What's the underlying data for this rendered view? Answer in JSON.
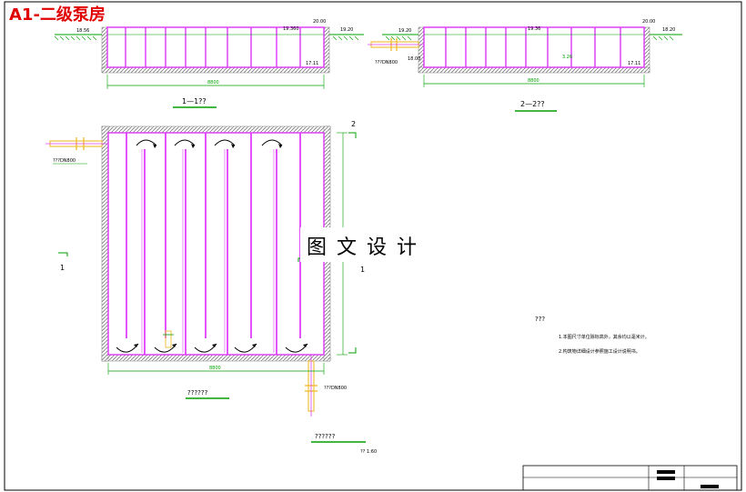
{
  "title": "A1-二级泵房",
  "watermark": "图 文 设 计",
  "section_1": {
    "label": "1—1??",
    "elev_ground_left": "18.56",
    "elev_water": "19.360",
    "elev_top": "20.00",
    "elev_ground_right": "19.20",
    "elev_bottom": "17.11",
    "width_dim": "8800"
  },
  "section_2": {
    "label": "2—2??",
    "elev_ground_left": "19.20",
    "elev_water": "19.36",
    "elev_top": "20.00",
    "elev_ground_right": "18.20",
    "elev_mid": "18.00",
    "elev_inner": "3.26",
    "elev_bottom": "17.11",
    "pipe_label": "???DN800",
    "width_dim": "8800"
  },
  "plan": {
    "pipe_in_label": "???DN800",
    "pipe_out_label": "???DN800",
    "section_mark_1_left": "1",
    "section_mark_1_right": "1",
    "section_mark_2": "2",
    "width_dim": "8800",
    "label": "??????",
    "scale_label": "??????",
    "scale_value": "?? 1:60"
  },
  "notes": {
    "heading": "???",
    "items": [
      "1.本图尺寸单位除标高外，其余均以毫米计。",
      "2.构筑物详细设计参照施工设计说明书。"
    ]
  },
  "colors": {
    "wall": "#e040fb",
    "hatch": "#808080",
    "dimension": "#00a000",
    "pipe": "#f0c040",
    "title": "#e00000"
  }
}
